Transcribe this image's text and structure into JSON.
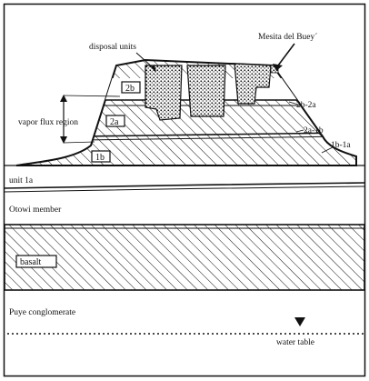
{
  "diagram": {
    "labels": {
      "disposal_units": "disposal units",
      "mesita": "Mesita del Bueyˊ",
      "vapor_flux": "vapor flux region",
      "unit_2b": "2b",
      "unit_2a": "2a",
      "unit_1b": "1b",
      "contact_2b_2a": "2b-2a",
      "contact_2a_1b": "2a-1b",
      "contact_1b_1a": "1b-1a",
      "unit_1a": "unit 1a",
      "otowi": "Otowi member",
      "basalt": "basalt",
      "puye": "Puye conglomerate",
      "water_table": "water table"
    },
    "colors": {
      "ink": "#111111",
      "background": "#ffffff"
    }
  }
}
